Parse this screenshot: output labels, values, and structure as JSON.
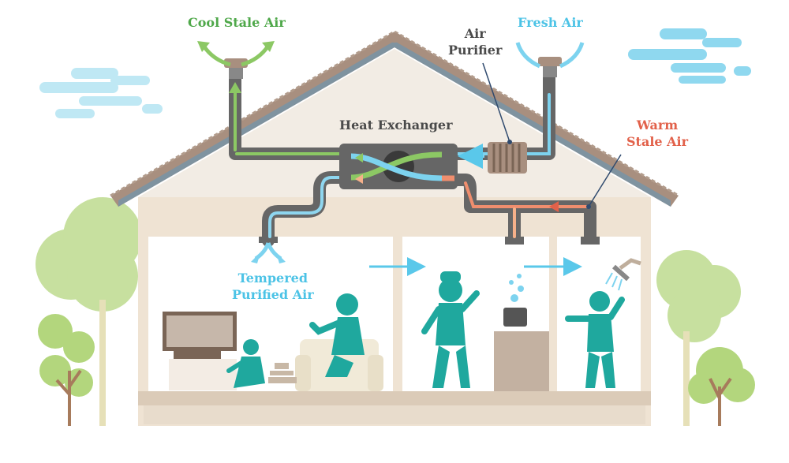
{
  "labels": {
    "cool_stale_air": "Cool Stale Air",
    "fresh_air": "Fresh Air",
    "air_purifier": [
      "Air",
      "Purifier"
    ],
    "heat_exchanger": "Heat Exchanger",
    "warm_stale_air": [
      "Warm",
      "Stale Air"
    ],
    "tempered_purified_air": [
      "Tempered",
      "Purified Air"
    ]
  },
  "colors": {
    "cool_stale_air": "#4fa84a",
    "fresh_air": "#4cc3e6",
    "warm_stale_air": "#e2614a",
    "text_dark": "#4a4a4a",
    "duct": "#666666",
    "roof": "#a88f7f",
    "house_wall": "#efe6da",
    "person": "#1fa89e",
    "tree": "#b9d98a"
  },
  "icons": [
    "house-icon",
    "heat-exchanger-icon",
    "air-purifier-icon",
    "tv-icon",
    "sofa-icon",
    "cooking-pot-icon",
    "shower-head-icon",
    "tree-icon",
    "cloud-icon",
    "person-icon"
  ]
}
